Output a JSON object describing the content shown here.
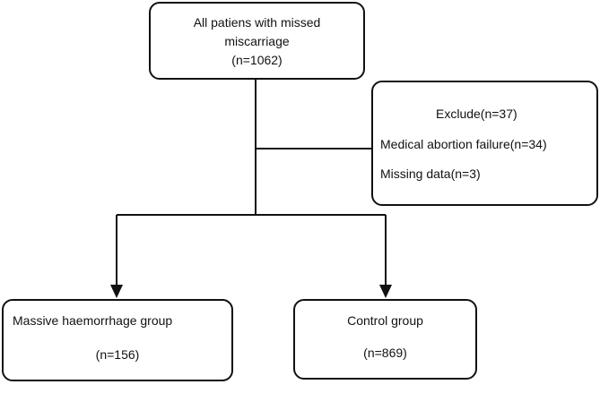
{
  "top_box": {
    "line1": "All patiens with missed",
    "line2": "miscarriage",
    "line3": "(n=1062)"
  },
  "exclude_box": {
    "title": "Exclude(n=37)",
    "line1": "Medical abortion  failure(n=34)",
    "line2": "Missing data(n=3)"
  },
  "left_box": {
    "label": "Massive haemorrhage group",
    "count": "(n=156)"
  },
  "right_box": {
    "label": "Control group",
    "count": "(n=869)"
  }
}
